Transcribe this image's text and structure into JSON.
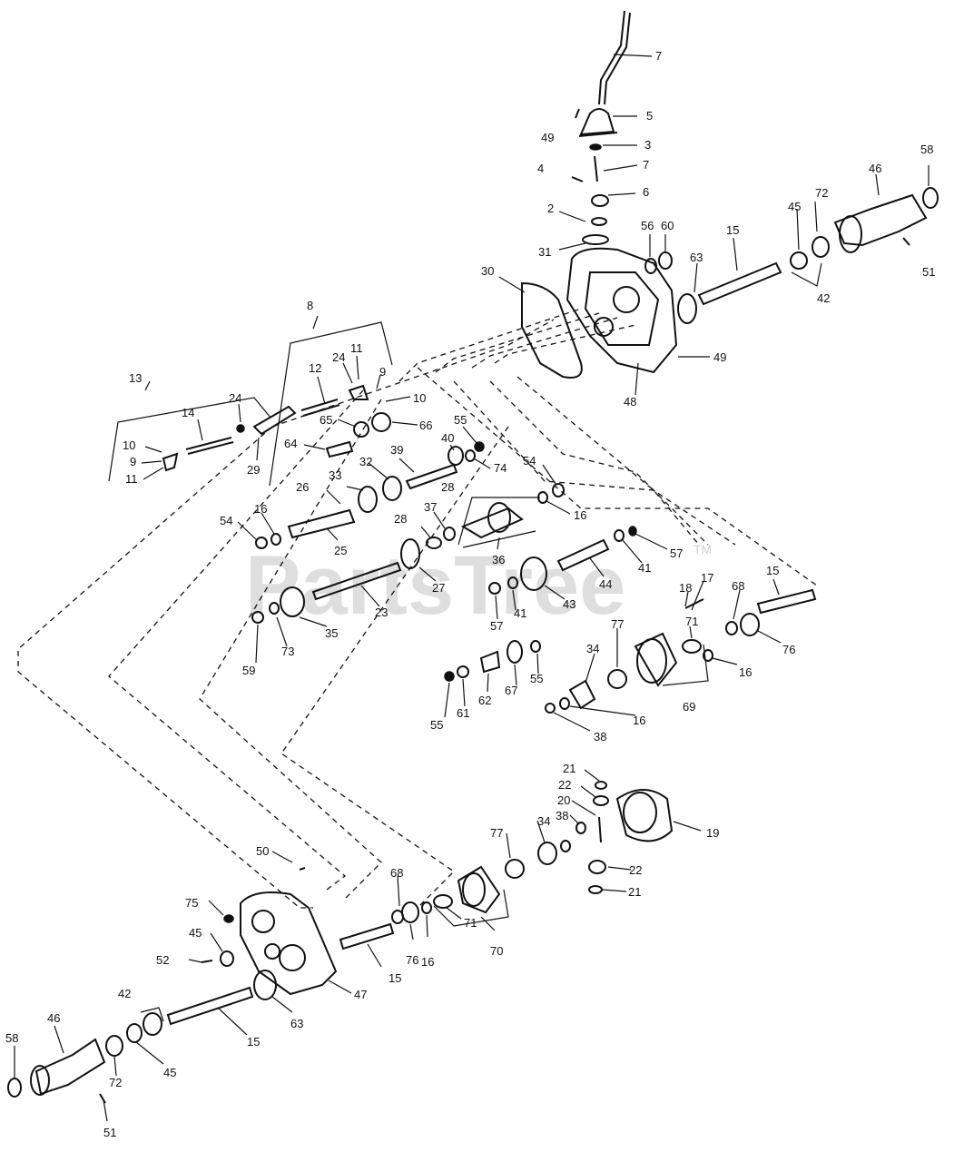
{
  "watermark": {
    "text": "PartsTree",
    "trademark": "TM"
  },
  "callouts": [
    {
      "id": "c7a",
      "label": "7"
    },
    {
      "id": "c5",
      "label": "5"
    },
    {
      "id": "c49a",
      "label": "49"
    },
    {
      "id": "c3",
      "label": "3"
    },
    {
      "id": "c4",
      "label": "4"
    },
    {
      "id": "c7b",
      "label": "7"
    },
    {
      "id": "c6",
      "label": "6"
    },
    {
      "id": "c2",
      "label": "2"
    },
    {
      "id": "c31",
      "label": "31"
    },
    {
      "id": "c58a",
      "label": "58"
    },
    {
      "id": "c46a",
      "label": "46"
    },
    {
      "id": "c72a",
      "label": "72"
    },
    {
      "id": "c45a",
      "label": "45"
    },
    {
      "id": "c56",
      "label": "56"
    },
    {
      "id": "c60",
      "label": "60"
    },
    {
      "id": "c15a",
      "label": "15"
    },
    {
      "id": "c51a",
      "label": "51"
    },
    {
      "id": "c30",
      "label": "30"
    },
    {
      "id": "c63a",
      "label": "63"
    },
    {
      "id": "c42a",
      "label": "42"
    },
    {
      "id": "c49b",
      "label": "49"
    },
    {
      "id": "c48",
      "label": "48"
    },
    {
      "id": "c8",
      "label": "8"
    },
    {
      "id": "c13",
      "label": "13"
    },
    {
      "id": "c24a",
      "label": "24"
    },
    {
      "id": "c11a",
      "label": "11"
    },
    {
      "id": "c12",
      "label": "12"
    },
    {
      "id": "c24b",
      "label": "24"
    },
    {
      "id": "c9a",
      "label": "9"
    },
    {
      "id": "c10a",
      "label": "10"
    },
    {
      "id": "c14",
      "label": "14"
    },
    {
      "id": "c65",
      "label": "65"
    },
    {
      "id": "c66",
      "label": "66"
    },
    {
      "id": "c55a",
      "label": "55"
    },
    {
      "id": "c10b",
      "label": "10"
    },
    {
      "id": "c9b",
      "label": "9"
    },
    {
      "id": "c11b",
      "label": "11"
    },
    {
      "id": "c64",
      "label": "64"
    },
    {
      "id": "c29",
      "label": "29"
    },
    {
      "id": "c39",
      "label": "39"
    },
    {
      "id": "c40",
      "label": "40"
    },
    {
      "id": "c74",
      "label": "74"
    },
    {
      "id": "c33",
      "label": "33"
    },
    {
      "id": "c32",
      "label": "32"
    },
    {
      "id": "c54a",
      "label": "54"
    },
    {
      "id": "c26",
      "label": "26"
    },
    {
      "id": "c28a",
      "label": "28"
    },
    {
      "id": "c16a",
      "label": "16"
    },
    {
      "id": "c54b",
      "label": "54"
    },
    {
      "id": "c16b",
      "label": "16"
    },
    {
      "id": "c28b",
      "label": "28"
    },
    {
      "id": "c37",
      "label": "37"
    },
    {
      "id": "c25",
      "label": "25"
    },
    {
      "id": "c36",
      "label": "36"
    },
    {
      "id": "c41a",
      "label": "41"
    },
    {
      "id": "c57a",
      "label": "57"
    },
    {
      "id": "c27",
      "label": "27"
    },
    {
      "id": "c44",
      "label": "44"
    },
    {
      "id": "c23",
      "label": "23"
    },
    {
      "id": "c43",
      "label": "43"
    },
    {
      "id": "c17",
      "label": "17"
    },
    {
      "id": "c18",
      "label": "18"
    },
    {
      "id": "c68a",
      "label": "68"
    },
    {
      "id": "c15b",
      "label": "15"
    },
    {
      "id": "c57b",
      "label": "57"
    },
    {
      "id": "c41b",
      "label": "41"
    },
    {
      "id": "c35",
      "label": "35"
    },
    {
      "id": "c73",
      "label": "73"
    },
    {
      "id": "c59",
      "label": "59"
    },
    {
      "id": "c77a",
      "label": "77"
    },
    {
      "id": "c71a",
      "label": "71"
    },
    {
      "id": "c76a",
      "label": "76"
    },
    {
      "id": "c34a",
      "label": "34"
    },
    {
      "id": "c16c",
      "label": "16"
    },
    {
      "id": "c55b",
      "label": "55"
    },
    {
      "id": "c67",
      "label": "67"
    },
    {
      "id": "c62",
      "label": "62"
    },
    {
      "id": "c61",
      "label": "61"
    },
    {
      "id": "c55c",
      "label": "55"
    },
    {
      "id": "c69",
      "label": "69"
    },
    {
      "id": "c16d",
      "label": "16"
    },
    {
      "id": "c38a",
      "label": "38"
    },
    {
      "id": "c21a",
      "label": "21"
    },
    {
      "id": "c22a",
      "label": "22"
    },
    {
      "id": "c20",
      "label": "20"
    },
    {
      "id": "c38b",
      "label": "38"
    },
    {
      "id": "c19",
      "label": "19"
    },
    {
      "id": "c34b",
      "label": "34"
    },
    {
      "id": "c77b",
      "label": "77"
    },
    {
      "id": "c22b",
      "label": "22"
    },
    {
      "id": "c21b",
      "label": "21"
    },
    {
      "id": "c50",
      "label": "50"
    },
    {
      "id": "c68b",
      "label": "68"
    },
    {
      "id": "c75",
      "label": "75"
    },
    {
      "id": "c45b",
      "label": "45"
    },
    {
      "id": "c52",
      "label": "52"
    },
    {
      "id": "c71b",
      "label": "71"
    },
    {
      "id": "c16e",
      "label": "16"
    },
    {
      "id": "c76b",
      "label": "76"
    },
    {
      "id": "c70",
      "label": "70"
    },
    {
      "id": "c15c",
      "label": "15"
    },
    {
      "id": "c47",
      "label": "47"
    },
    {
      "id": "c42b",
      "label": "42"
    },
    {
      "id": "c63b",
      "label": "63"
    },
    {
      "id": "c15d",
      "label": "15"
    },
    {
      "id": "c46b",
      "label": "46"
    },
    {
      "id": "c58b",
      "label": "58"
    },
    {
      "id": "c72b",
      "label": "72"
    },
    {
      "id": "c45c",
      "label": "45"
    },
    {
      "id": "c51b",
      "label": "51"
    }
  ]
}
